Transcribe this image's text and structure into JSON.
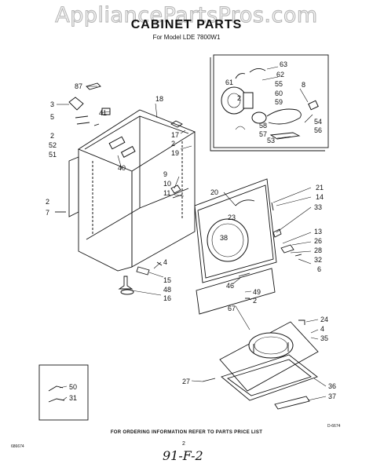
{
  "watermark": "AppliancePartsPros.com",
  "title": "CABINET PARTS",
  "subtitle": "For Model LDE 7800W1",
  "footer": "FOR ORDERING INFORMATION REFER TO PARTS PRICE LIST",
  "page_number": "2",
  "handwritten_note": "91-F-2",
  "code_left": "686674",
  "code_right": "D-6674",
  "callouts": {
    "p87": "87",
    "p3": "3",
    "p41": "41",
    "p18": "18",
    "p5": "5",
    "p2a": "2",
    "p52": "52",
    "p51": "51",
    "p17": "17",
    "p2b": "2",
    "p19": "19",
    "p40": "40",
    "p63": "63",
    "p62": "62",
    "p55": "55",
    "p8": "8",
    "p61": "61",
    "p60": "60",
    "p59": "59",
    "p58": "58",
    "p57": "57",
    "p54": "54",
    "p56": "56",
    "p53": "53",
    "p9": "9",
    "p10": "10",
    "p11": "11",
    "p20": "20",
    "p21": "21",
    "p14": "14",
    "p2c": "2",
    "p7": "7",
    "p33": "33",
    "p23": "23",
    "p38": "38",
    "p13": "13",
    "p26": "26",
    "p28": "28",
    "p32": "32",
    "p6": "6",
    "p4a": "4",
    "p15": "15",
    "p48": "48",
    "p16": "16",
    "p46": "46",
    "p49": "49",
    "p2d": "2",
    "p67": "67",
    "p24": "24",
    "p4b": "4",
    "p35": "35",
    "p27": "27",
    "p36": "36",
    "p37": "37",
    "p50": "50",
    "p31": "31",
    "p2e": "2"
  }
}
